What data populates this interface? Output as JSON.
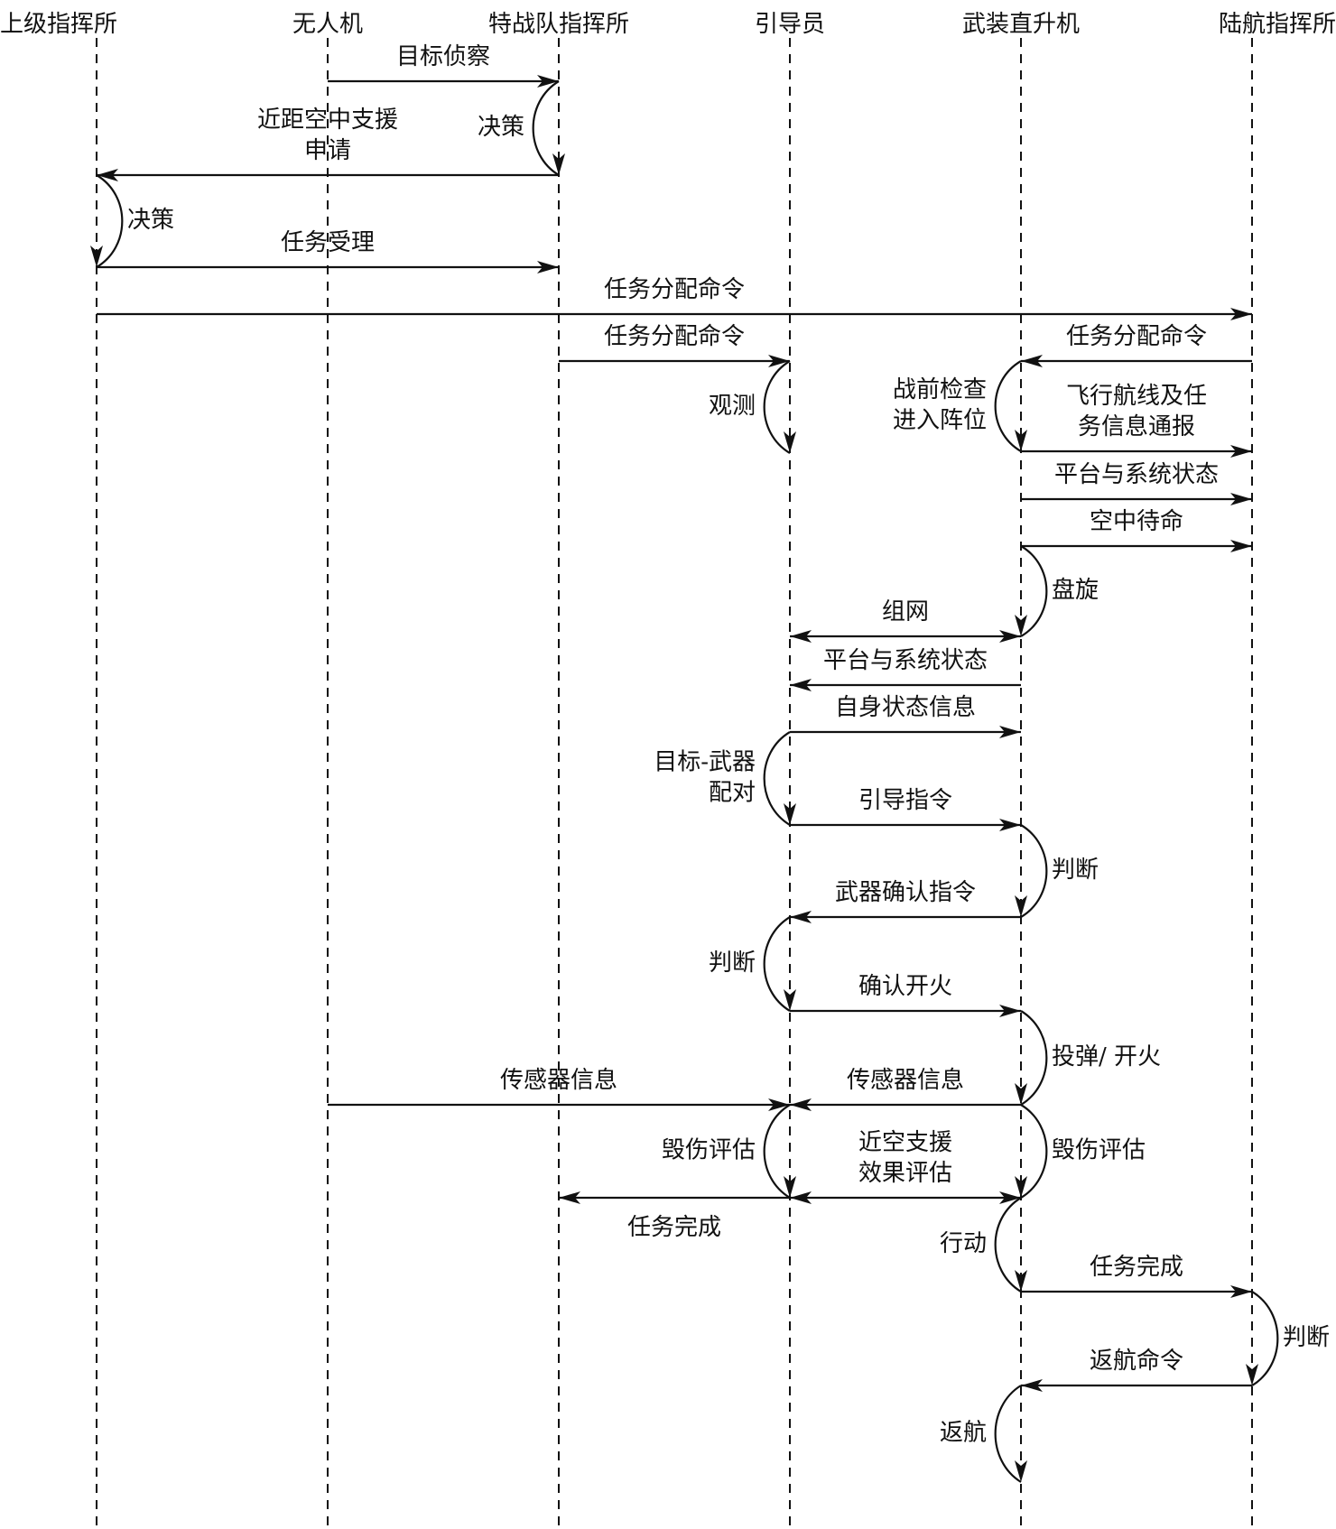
{
  "diagram": {
    "type": "sequence-diagram",
    "participants": [
      {
        "id": "sup",
        "label": "上级指挥所"
      },
      {
        "id": "uav",
        "label": "无人机"
      },
      {
        "id": "sof",
        "label": "特战队指挥所"
      },
      {
        "id": "jtac",
        "label": "引导员"
      },
      {
        "id": "heli",
        "label": "武装直升机"
      },
      {
        "id": "aav",
        "label": "陆航指挥所"
      }
    ],
    "steps": [
      {
        "kind": "message",
        "from": "uav",
        "to": "sof",
        "label": [
          "目标侦察"
        ]
      },
      {
        "kind": "activity",
        "on": "sof",
        "side": "left",
        "label": [
          "决策"
        ]
      },
      {
        "kind": "message",
        "from": "sof",
        "to": "sup",
        "label": [
          "近距空中支援",
          "申请"
        ]
      },
      {
        "kind": "activity",
        "on": "sup",
        "side": "right",
        "label": [
          "决策"
        ]
      },
      {
        "kind": "message",
        "from": "sup",
        "to": "sof",
        "label": [
          "任务受理"
        ]
      },
      {
        "kind": "message",
        "from": "sup",
        "to": "aav",
        "label": [
          "任务分配命令"
        ]
      },
      {
        "kind": "message",
        "from": "sof",
        "to": "jtac",
        "label": [
          "任务分配命令"
        ]
      },
      {
        "kind": "message",
        "from": "aav",
        "to": "heli",
        "label": [
          "任务分配命令"
        ]
      },
      {
        "kind": "activity",
        "on": "jtac",
        "side": "left",
        "label": [
          "观测"
        ]
      },
      {
        "kind": "activity",
        "on": "heli",
        "side": "left",
        "label": [
          "战前检查",
          "进入阵位"
        ]
      },
      {
        "kind": "message",
        "from": "heli",
        "to": "aav",
        "label": [
          "飞行航线及任",
          "务信息通报"
        ]
      },
      {
        "kind": "message",
        "from": "heli",
        "to": "aav",
        "label": [
          "平台与系统状态"
        ]
      },
      {
        "kind": "message",
        "from": "heli",
        "to": "aav",
        "label": [
          "空中待命"
        ]
      },
      {
        "kind": "activity",
        "on": "heli",
        "side": "right",
        "label": [
          "盘旋"
        ]
      },
      {
        "kind": "message",
        "from": "jtac",
        "to": "heli",
        "bidirectional": true,
        "label": [
          "组网"
        ]
      },
      {
        "kind": "message",
        "from": "heli",
        "to": "jtac",
        "label": [
          "平台与系统状态"
        ]
      },
      {
        "kind": "message",
        "from": "jtac",
        "to": "heli",
        "label": [
          "自身状态信息"
        ]
      },
      {
        "kind": "activity",
        "on": "jtac",
        "side": "left",
        "label": [
          "目标-武器",
          "配对"
        ]
      },
      {
        "kind": "message",
        "from": "jtac",
        "to": "heli",
        "label": [
          "引导指令"
        ]
      },
      {
        "kind": "activity",
        "on": "heli",
        "side": "right",
        "label": [
          "判断"
        ]
      },
      {
        "kind": "message",
        "from": "heli",
        "to": "jtac",
        "label": [
          "武器确认指令"
        ]
      },
      {
        "kind": "activity",
        "on": "jtac",
        "side": "left",
        "label": [
          "判断"
        ]
      },
      {
        "kind": "message",
        "from": "jtac",
        "to": "heli",
        "label": [
          "确认开火"
        ]
      },
      {
        "kind": "activity",
        "on": "heli",
        "side": "right",
        "label": [
          "投弹/ 开火"
        ]
      },
      {
        "kind": "message",
        "from": "uav",
        "to": "jtac",
        "label": [
          "传感器信息"
        ]
      },
      {
        "kind": "message",
        "from": "heli",
        "to": "jtac",
        "label": [
          "传感器信息"
        ]
      },
      {
        "kind": "activity",
        "on": "jtac",
        "side": "left",
        "label": [
          "毁伤评估"
        ]
      },
      {
        "kind": "activity",
        "on": "heli",
        "side": "right",
        "label": [
          "毁伤评估"
        ]
      },
      {
        "kind": "message",
        "from": "jtac",
        "to": "heli",
        "bidirectional": true,
        "label": [
          "近空支援",
          "效果评估"
        ]
      },
      {
        "kind": "message",
        "from": "jtac",
        "to": "sof",
        "label": [
          "任务完成"
        ]
      },
      {
        "kind": "activity",
        "on": "heli",
        "side": "left",
        "label": [
          "行动"
        ]
      },
      {
        "kind": "message",
        "from": "heli",
        "to": "aav",
        "label": [
          "任务完成"
        ]
      },
      {
        "kind": "activity",
        "on": "aav",
        "side": "right",
        "label": [
          "判断"
        ]
      },
      {
        "kind": "message",
        "from": "aav",
        "to": "heli",
        "label": [
          "返航命令"
        ]
      },
      {
        "kind": "activity",
        "on": "heli",
        "side": "left",
        "label": [
          "返航"
        ]
      }
    ]
  }
}
